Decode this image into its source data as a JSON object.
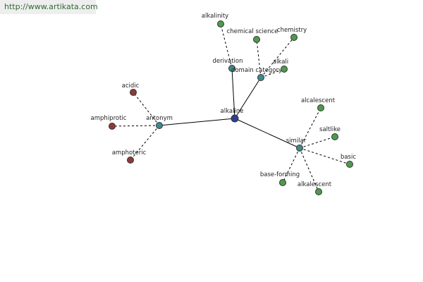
{
  "watermark": "http://www.artikata.com",
  "colors": {
    "center": "#2f3f8f",
    "relation": "#3e8a8a",
    "synonym": "#4e9a4e",
    "antonym": "#8c3a3a"
  },
  "nodes": [
    {
      "id": "alkaline",
      "label": "alkaline",
      "kind": "center"
    },
    {
      "id": "derivation",
      "label": "derivation",
      "kind": "relation"
    },
    {
      "id": "domain_category",
      "label": "domain category",
      "kind": "relation"
    },
    {
      "id": "antonym",
      "label": "antonym",
      "kind": "relation"
    },
    {
      "id": "similar",
      "label": "similar",
      "kind": "relation"
    },
    {
      "id": "alkalinity",
      "label": "alkalinity",
      "kind": "synonym"
    },
    {
      "id": "chemical_science",
      "label": "chemical science",
      "kind": "synonym"
    },
    {
      "id": "chemistry",
      "label": "chemistry",
      "kind": "synonym"
    },
    {
      "id": "alkali",
      "label": "alkali",
      "kind": "synonym"
    },
    {
      "id": "acidic",
      "label": "acidic",
      "kind": "antonym"
    },
    {
      "id": "amphiprotic",
      "label": "amphiprotic",
      "kind": "antonym"
    },
    {
      "id": "amphoteric",
      "label": "amphoteric",
      "kind": "antonym"
    },
    {
      "id": "alcalescent",
      "label": "alcalescent",
      "kind": "synonym"
    },
    {
      "id": "saltlike",
      "label": "saltlike",
      "kind": "synonym"
    },
    {
      "id": "basic",
      "label": "basic",
      "kind": "synonym"
    },
    {
      "id": "base_forming",
      "label": "base-forming",
      "kind": "synonym"
    },
    {
      "id": "alkalescent",
      "label": "alkalescent",
      "kind": "synonym"
    }
  ],
  "edges": [
    {
      "from": "alkaline",
      "to": "derivation",
      "style": "solid"
    },
    {
      "from": "alkaline",
      "to": "domain_category",
      "style": "solid"
    },
    {
      "from": "alkaline",
      "to": "antonym",
      "style": "solid"
    },
    {
      "from": "alkaline",
      "to": "similar",
      "style": "solid"
    },
    {
      "from": "derivation",
      "to": "alkalinity",
      "style": "dashed"
    },
    {
      "from": "domain_category",
      "to": "chemical_science",
      "style": "dashed"
    },
    {
      "from": "domain_category",
      "to": "chemistry",
      "style": "dashed"
    },
    {
      "from": "domain_category",
      "to": "alkali",
      "style": "dashed"
    },
    {
      "from": "antonym",
      "to": "acidic",
      "style": "dashed"
    },
    {
      "from": "antonym",
      "to": "amphiprotic",
      "style": "dashed"
    },
    {
      "from": "antonym",
      "to": "amphoteric",
      "style": "dashed"
    },
    {
      "from": "similar",
      "to": "alcalescent",
      "style": "dashed"
    },
    {
      "from": "similar",
      "to": "saltlike",
      "style": "dashed"
    },
    {
      "from": "similar",
      "to": "basic",
      "style": "dashed"
    },
    {
      "from": "similar",
      "to": "base_forming",
      "style": "dashed"
    },
    {
      "from": "similar",
      "to": "alkalescent",
      "style": "dashed"
    }
  ]
}
